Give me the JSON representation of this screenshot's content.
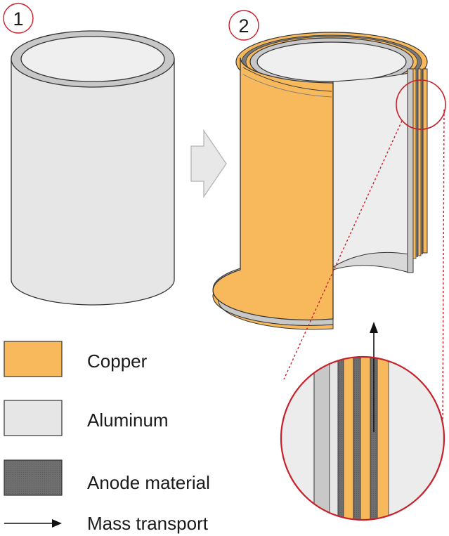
{
  "steps": {
    "step1": "1",
    "step2": "2"
  },
  "legend": {
    "copper": "Copper",
    "aluminum": "Aluminum",
    "anode": "Anode material",
    "transport": "Mass transport"
  },
  "colors": {
    "copper": "#F8B95C",
    "aluminum": "#E6E6E6",
    "aluminum_shade": "#C8C8C8",
    "anode": "#6B6B6B",
    "outline": "#333333",
    "highlight": "#C8202A"
  }
}
